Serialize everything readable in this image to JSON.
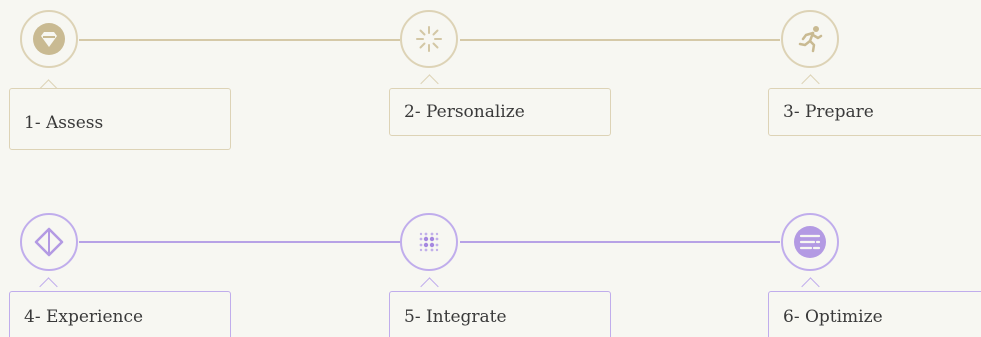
{
  "steps": [
    {
      "label": "1- Assess",
      "icon": "diamond-gem-icon",
      "color": "#c4b58c"
    },
    {
      "label": "2- Personalize",
      "icon": "loading-spinner-icon",
      "color": "#c4b58c"
    },
    {
      "label": "3- Prepare",
      "icon": "running-person-icon",
      "color": "#c4b58c"
    },
    {
      "label": "4- Experience",
      "icon": "rhombus-icon",
      "color": "#b39ae3"
    },
    {
      "label": "5- Integrate",
      "icon": "dot-grid-icon",
      "color": "#b39ae3"
    },
    {
      "label": "6- Optimize",
      "icon": "list-lines-icon",
      "color": "#b39ae3"
    }
  ],
  "colors": {
    "background": "#f7f7f2",
    "gold_line": "#d5c9a8",
    "gold_border": "#ddd3b6",
    "purple_line": "#b7a2e6",
    "purple_border": "#c0adec"
  }
}
